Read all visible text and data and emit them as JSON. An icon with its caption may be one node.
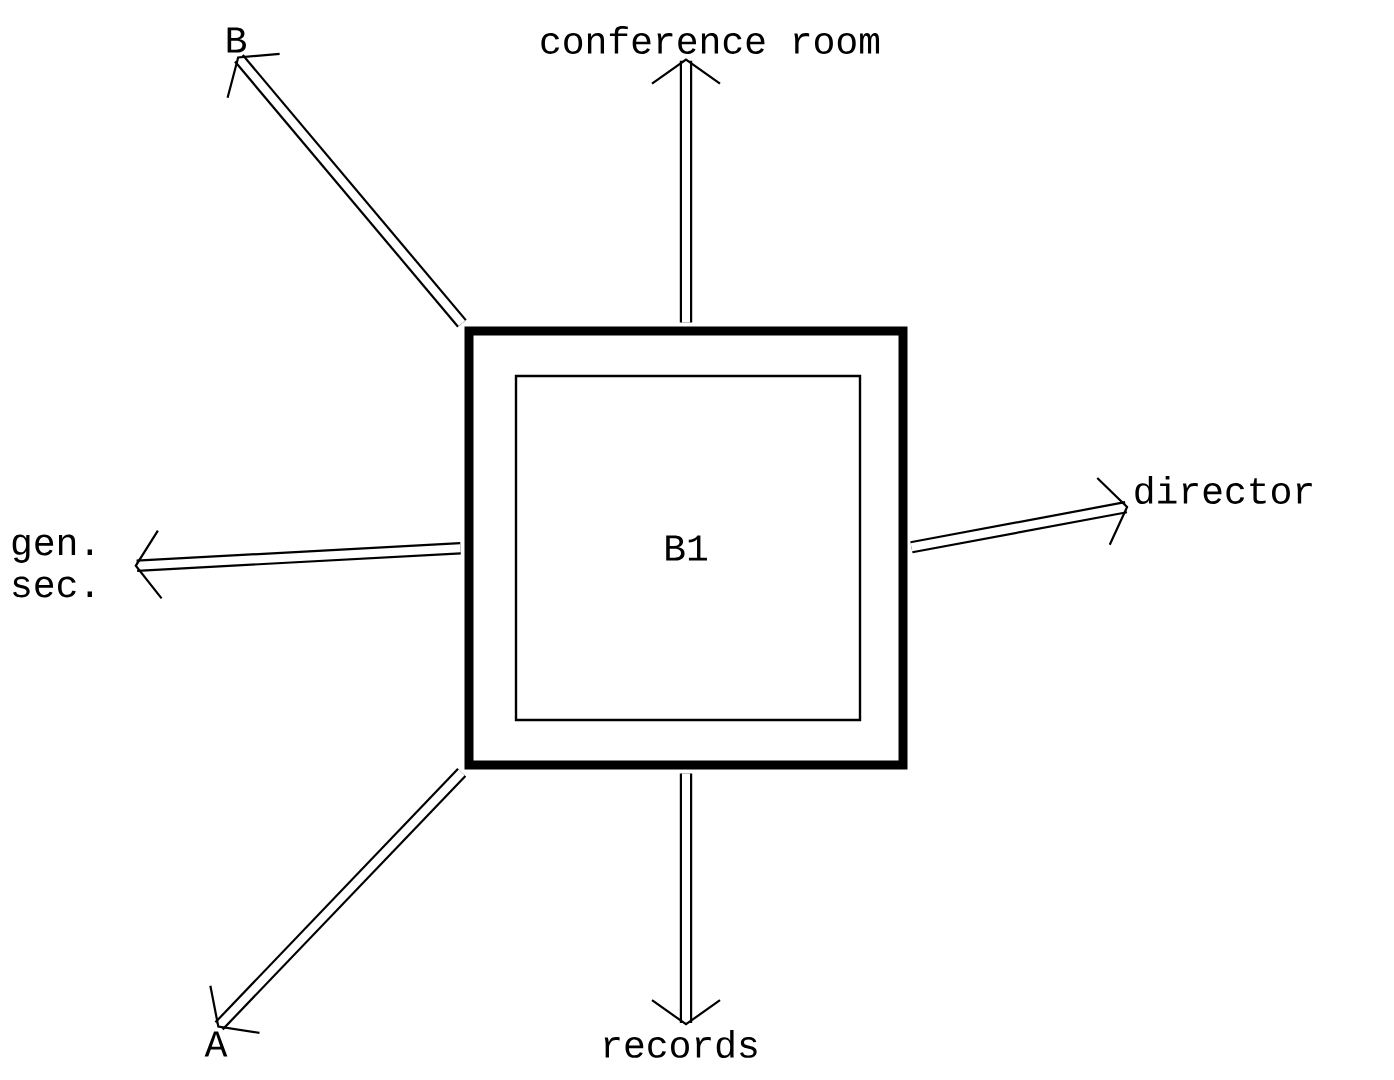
{
  "diagram": {
    "nodes": [
      {
        "text": [
          "B1"
        ]
      },
      {
        "text": [
          "B"
        ]
      },
      {
        "text": [
          "conference room"
        ]
      },
      {
        "text": [
          "director"
        ]
      },
      {
        "text": [
          "gen. sec."
        ]
      },
      {
        "text": [
          "records"
        ]
      },
      {
        "text": [
          "A"
        ]
      }
    ],
    "edges": [
      {
        "from": 0,
        "to": 1,
        "arrow": "to"
      },
      {
        "from": 0,
        "to": 2,
        "arrow": "to"
      },
      {
        "from": 0,
        "to": 3,
        "arrow": "to"
      },
      {
        "from": 0,
        "to": 4,
        "arrow": "to"
      },
      {
        "from": 0,
        "to": 5,
        "arrow": "to"
      },
      {
        "from": 0,
        "to": 6,
        "arrow": "to"
      }
    ]
  }
}
